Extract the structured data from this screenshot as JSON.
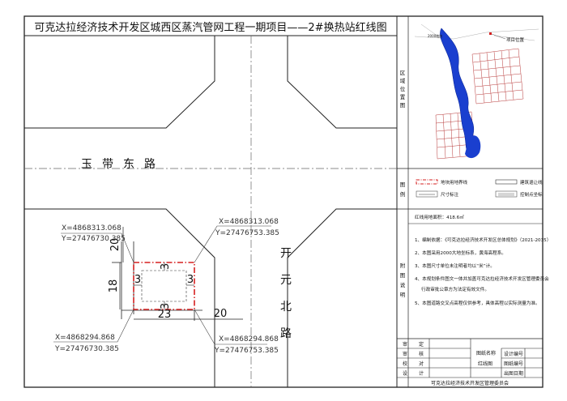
{
  "title": "可克达拉经济技术开发区城西区蒸汽管网工程一期项目——2#换热站红线图",
  "roads": {
    "east_west": [
      "玉",
      "带",
      "东",
      "路"
    ],
    "north_south": [
      "开",
      "元",
      "北",
      "路"
    ]
  },
  "coordinates": {
    "top_left": {
      "x": "X=4868313.068",
      "y": "Y=27476730.385"
    },
    "top_right": {
      "x": "X=4868313.068",
      "y": "Y=27476753.385"
    },
    "bottom_left": {
      "x": "X=4868294.868",
      "y": "Y=27476730.385"
    },
    "bottom_right": {
      "x": "X=4868294.868",
      "y": "Y=27476753.385"
    }
  },
  "dimensions": {
    "top_setback": "20",
    "height": "18",
    "width": "23",
    "right_setback": "20",
    "inner_top": "3",
    "inner_bottom": "3",
    "inner_left": "3",
    "inner_right": "3"
  },
  "side_panel": {
    "region_label": [
      "区",
      "域",
      "位",
      "置",
      "图"
    ],
    "legend_label": [
      "图",
      "例"
    ],
    "notes_label": [
      "附",
      "图",
      "说",
      "明"
    ],
    "map": {
      "project_label": "项目位置",
      "small_label": "2000地块"
    },
    "legend": {
      "items": [
        {
          "label": "地块用地界线"
        },
        {
          "label": "建筑退让线"
        },
        {
          "label": "尺寸标注"
        },
        {
          "label": "控制点坐标"
        }
      ]
    },
    "area": "红线用地面积：418.6㎡",
    "notes": [
      "1、编制依据：《可克达拉经济技术开发区总体规划》（2021-2035）",
      "2、本图采用2000大地坐标系，黄海高程系。",
      "3、本图尺寸单位未注明者均以“米”计。",
      "4、本规划条件图文一体并加盖可克达拉经济技术开发区管理委员会",
      "行政审批公章方为法定有效文件。",
      "5、本图道路交叉点高程仅供参考，具体高程以实际测量为准。"
    ]
  },
  "title_block": {
    "rows": [
      {
        "left": "审",
        "right": "定"
      },
      {
        "left": "审",
        "right": "核"
      },
      {
        "left": "校",
        "right": "对"
      },
      {
        "left": "设",
        "right": "计"
      }
    ],
    "drawing_name_label": "图纸名称",
    "drawing_name": "红线图",
    "fields": [
      "设计编号",
      "图纸编号",
      "出图日期"
    ],
    "org": "可克达拉经济技术开发区管理委员会"
  }
}
